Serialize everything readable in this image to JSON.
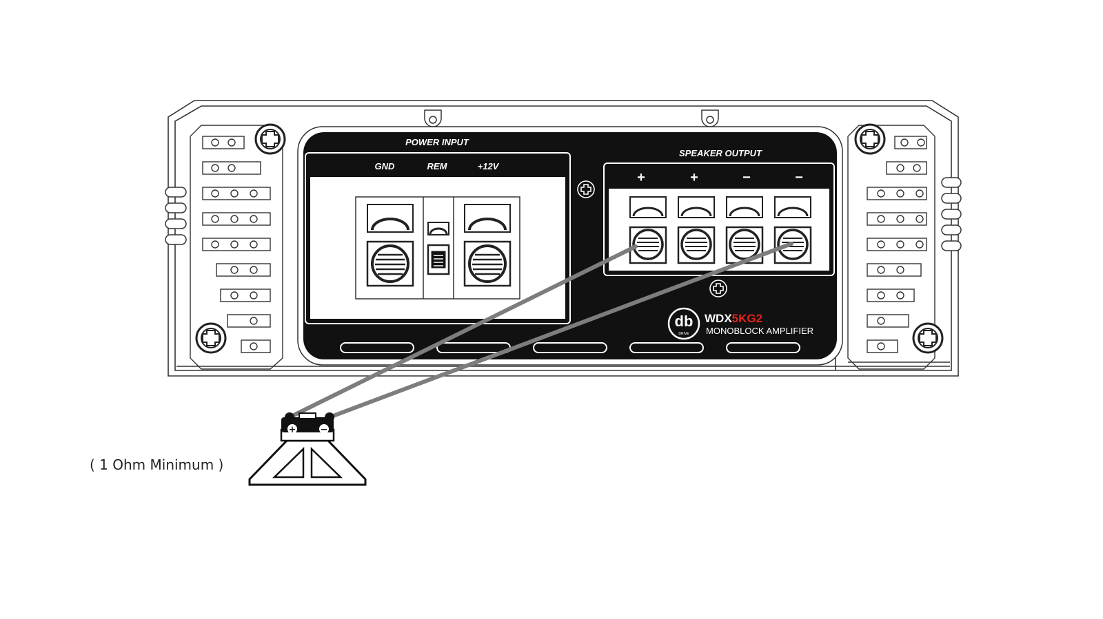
{
  "amplifier": {
    "power_input": {
      "title": "POWER INPUT",
      "terminals": [
        "GND",
        "REM",
        "+12V"
      ]
    },
    "speaker_output": {
      "title": "SPEAKER OUTPUT",
      "terminals": [
        "+",
        "+",
        "−",
        "−"
      ]
    },
    "brand": {
      "logo": "db",
      "logo_small": "DRIVE",
      "model_prefix": "WDX",
      "model_suffix": "5KG2",
      "product": "MONOBLOCK AMPLIFIER"
    }
  },
  "speaker": {
    "positive": "+",
    "negative": "−",
    "note": "( 1 Ohm Minimum )"
  },
  "colors": {
    "panel": "#111111",
    "outline": "#333333",
    "wire": "#7d7d7d",
    "accent": "#e2231a"
  }
}
